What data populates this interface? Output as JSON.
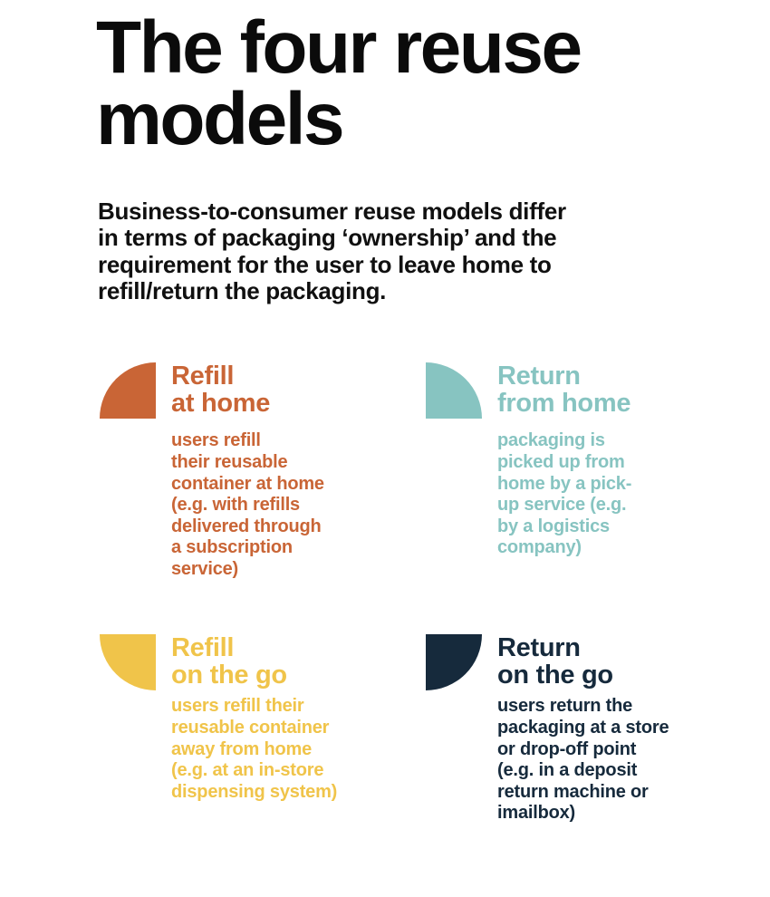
{
  "header": {
    "title": "The four reuse\nmodels",
    "subtitle": "Business-to-consumer reuse models differ\nin terms of packaging ‘ownership’ and the\nrequirement for the user to leave home to\nrefill/return the packaging."
  },
  "colors": {
    "background": "#FFFFFF",
    "title_text": "#0B0B0B",
    "orange": "#C96536",
    "teal": "#87C4C1",
    "yellow": "#F0C44A",
    "navy": "#162A3C"
  },
  "quadrants": [
    {
      "id": "refill-at-home",
      "title": "Refill\nat home",
      "description": "users refill\ntheir reusable\ncontainer at home\n(e.g. with refills\ndelivered through\na subscription\nservice)",
      "color": "#C96536",
      "icon": "quarter-circle-top-left"
    },
    {
      "id": "return-from-home",
      "title": "Return\nfrom home",
      "description": "packaging is\npicked up from\nhome by a pick-\nup service (e.g.\nby a logistics\ncompany)",
      "color": "#87C4C1",
      "icon": "quarter-circle-top-right"
    },
    {
      "id": "refill-on-the-go",
      "title": "Refill\non the go",
      "description": "users refill their\nreusable container\naway from home\n(e.g. at an in-store\ndispensing system)",
      "color": "#F0C44A",
      "icon": "quarter-circle-bottom-left"
    },
    {
      "id": "return-on-the-go",
      "title": "Return\non the go",
      "description": "users return the\npackaging at a store\nor drop-off point\n(e.g. in a deposit\nreturn machine or\nimailbox)",
      "color": "#162A3C",
      "icon": "quarter-circle-bottom-right"
    }
  ]
}
